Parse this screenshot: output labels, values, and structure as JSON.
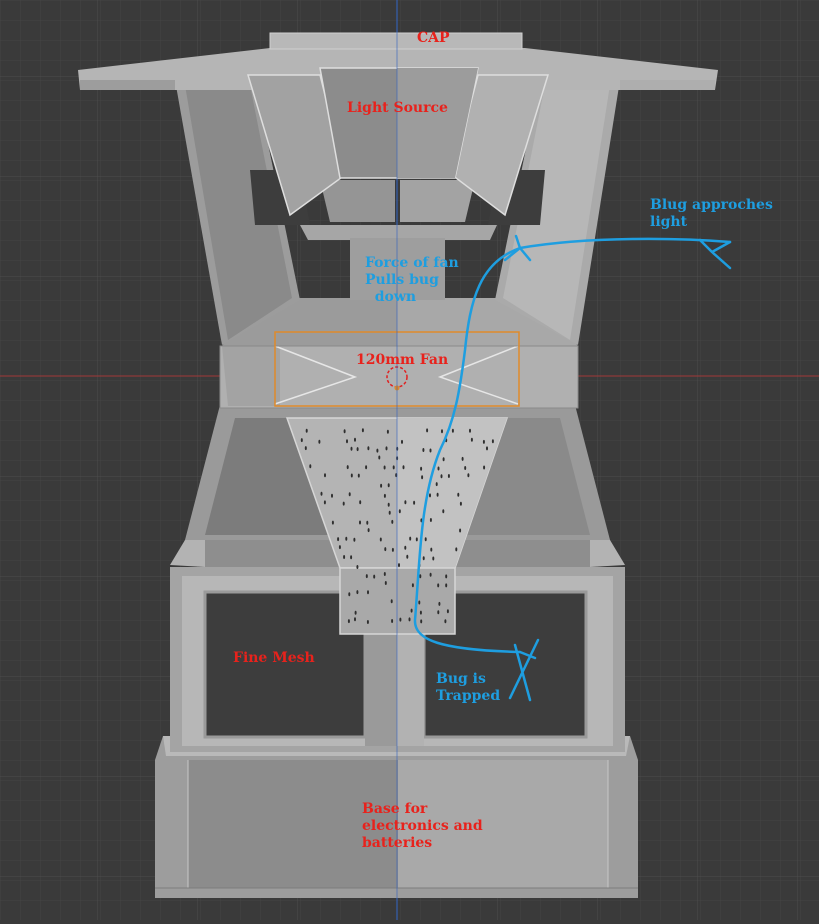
{
  "labels": {
    "cap": "CAP",
    "light_source": "Light Source",
    "bug_approaches": "Blug approches\nlight",
    "force_of_fan": "Force of fan\nPulls bug\n  down",
    "fan": "120mm Fan",
    "fine_mesh": "Fine Mesh",
    "bug_trapped": "Bug is\nTrapped",
    "base": "Base for\nelectronics and\nbatteries"
  },
  "colors": {
    "background": "#3a3a3a",
    "grid": "#454545",
    "annotation_red": "#e8221c",
    "annotation_blue": "#1e9ee0",
    "selection_orange": "#e08a2a",
    "axis_red": "#b03a3a",
    "axis_blue": "#3a6fd0"
  }
}
